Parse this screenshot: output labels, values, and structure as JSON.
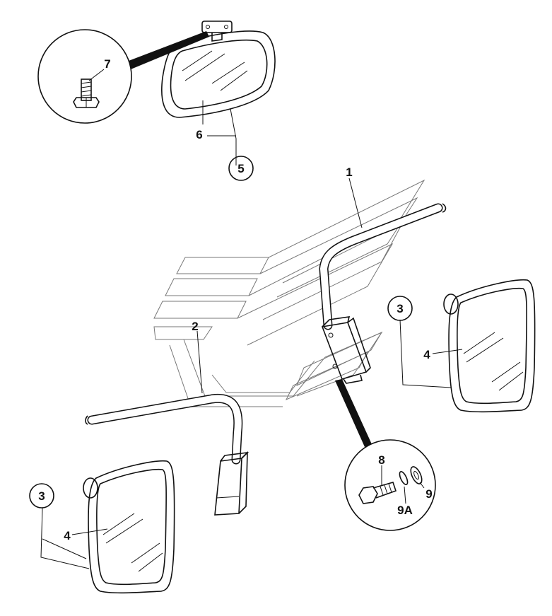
{
  "callouts": {
    "c1": "1",
    "c2": "2",
    "c3_right": "3",
    "c3_left": "3",
    "c4_right": "4",
    "c4_left": "4",
    "c5": "5",
    "c6": "6",
    "c7": "7",
    "c8": "8",
    "c9": "9",
    "c9a": "9A"
  }
}
